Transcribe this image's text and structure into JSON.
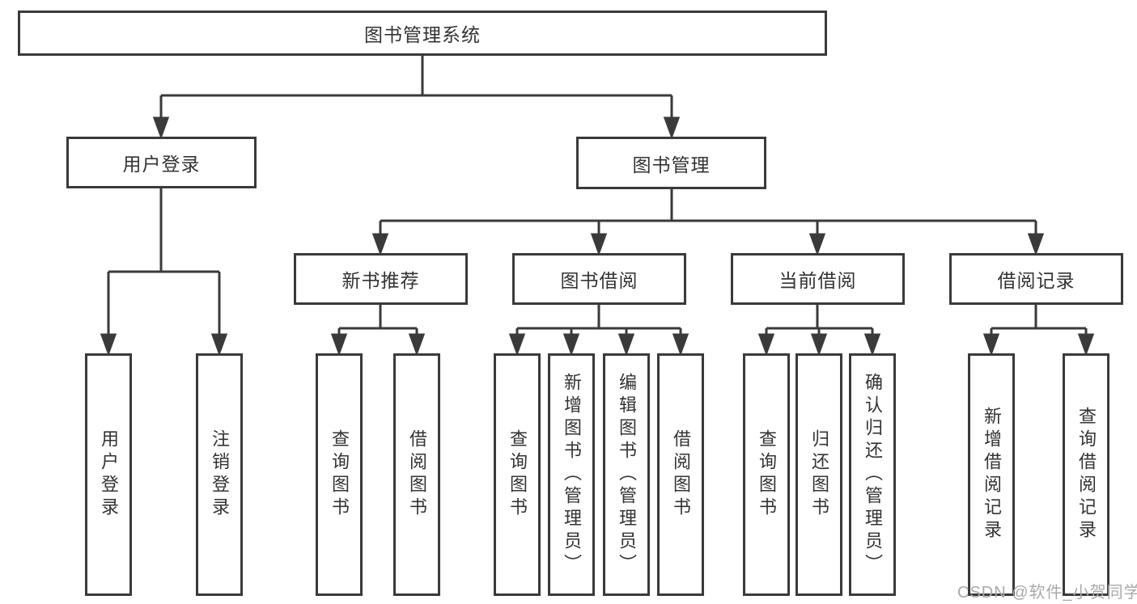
{
  "diagram_title": "图书管理系统",
  "tree": {
    "label": "图书管理系统",
    "children": [
      {
        "label": "用户登录",
        "children": [
          {
            "label": "用户登录"
          },
          {
            "label": "注销登录"
          }
        ]
      },
      {
        "label": "图书管理",
        "children": [
          {
            "label": "新书推荐",
            "children": [
              {
                "label": "查询图书"
              },
              {
                "label": "借阅图书"
              }
            ]
          },
          {
            "label": "图书借阅",
            "children": [
              {
                "label": "查询图书"
              },
              {
                "label": "新增图书（管理员）"
              },
              {
                "label": "编辑图书（管理员）"
              },
              {
                "label": "借阅图书"
              }
            ]
          },
          {
            "label": "当前借阅",
            "children": [
              {
                "label": "查询图书"
              },
              {
                "label": "归还图书"
              },
              {
                "label": "确认归还（管理员）"
              }
            ]
          },
          {
            "label": "借阅记录",
            "children": [
              {
                "label": "新增借阅记录"
              },
              {
                "label": "查询借阅记录"
              }
            ]
          }
        ]
      }
    ]
  },
  "watermark": {
    "text": "CSDN @软件_小贺同学"
  },
  "colors": {
    "line": "#3a3a3a",
    "border": "#3a3a3a",
    "text": "#333333",
    "box_background": "#ffffff",
    "watermark": "#a9a9a9"
  }
}
